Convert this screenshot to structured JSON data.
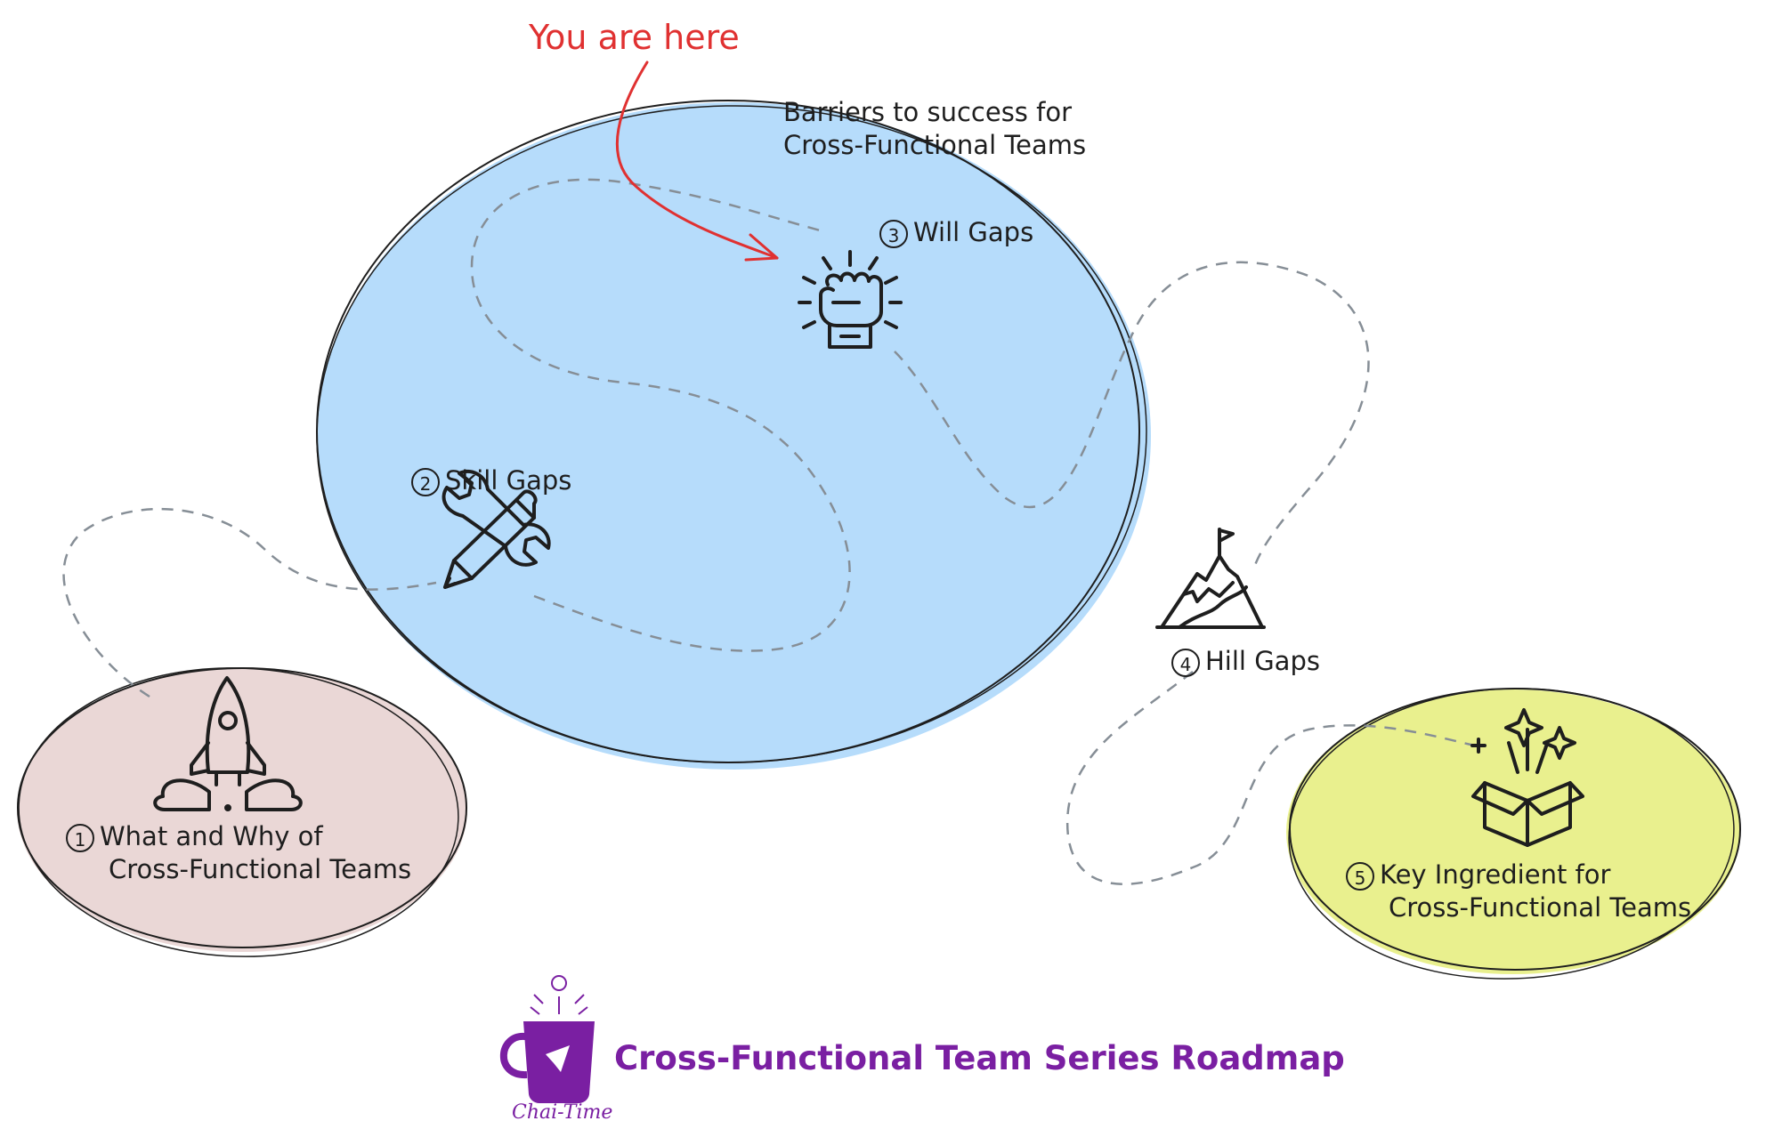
{
  "pointer": {
    "text": "You are here",
    "color": "#e03131"
  },
  "main_region": {
    "title_line1": "Barriers to success for",
    "title_line2": "Cross-Functional Teams",
    "fill": "#b6dcfb"
  },
  "nodes": [
    {
      "num": "1",
      "line1": "What and Why of",
      "line2": "Cross-Functional Teams",
      "icon": "rocket-icon"
    },
    {
      "num": "2",
      "line1": "Skill Gaps",
      "icon": "tools-icon"
    },
    {
      "num": "3",
      "line1": "Will Gaps",
      "icon": "fist-icon"
    },
    {
      "num": "4",
      "line1": "Hill Gaps",
      "icon": "mountain-flag-icon"
    },
    {
      "num": "5",
      "line1": "Key Ingredient for",
      "line2": "Cross-Functional Teams",
      "icon": "gift-box-sparkles-icon"
    }
  ],
  "colors": {
    "start_fill": "#ead7d6",
    "end_fill": "#e9f08e",
    "brand": "#7a1fa2",
    "path": "#868e96"
  },
  "footer": {
    "title": "Cross-Functional Team Series Roadmap",
    "brand": "Chai-Time",
    "logo": "chai-mug-icon"
  }
}
